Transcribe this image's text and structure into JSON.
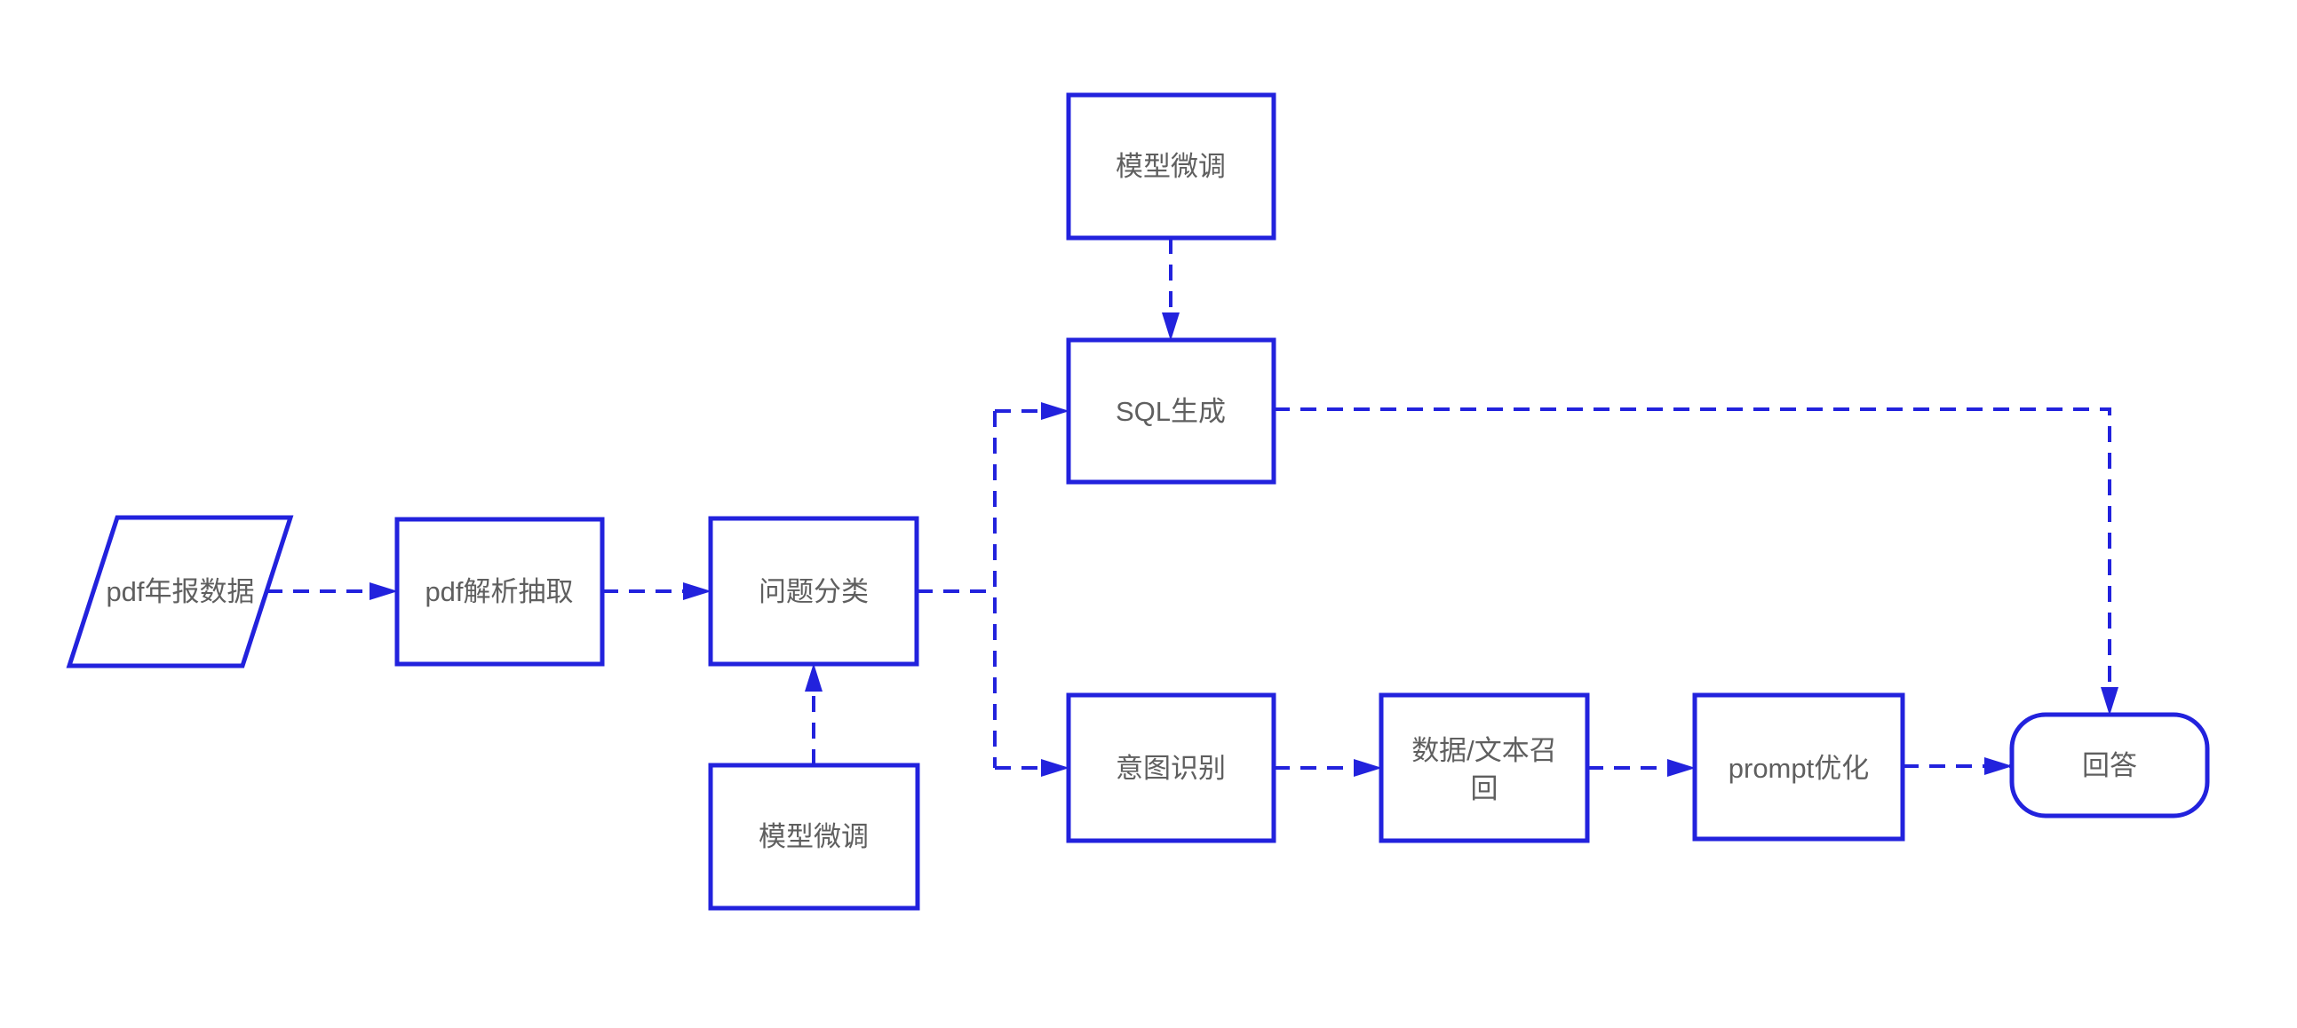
{
  "diagram": {
    "type": "flowchart",
    "background_color": "#ffffff",
    "line_color": "#2222dd",
    "text_color": "#5f5f5f",
    "nodes": [
      {
        "id": "pdf-annual-report-data",
        "label": "pdf年报数据",
        "shape": "parallelogram"
      },
      {
        "id": "pdf-parse-extract",
        "label": "pdf解析抽取",
        "shape": "rect"
      },
      {
        "id": "question-classification",
        "label": "问题分类",
        "shape": "rect"
      },
      {
        "id": "model-finetune-bottom",
        "label": "模型微调",
        "shape": "rect"
      },
      {
        "id": "model-finetune-top",
        "label": "模型微调",
        "shape": "rect"
      },
      {
        "id": "sql-generation",
        "label": "SQL生成",
        "shape": "rect"
      },
      {
        "id": "intent-recognition",
        "label": "意图识别",
        "shape": "rect"
      },
      {
        "id": "data-text-recall",
        "label": "数据/文本召回",
        "label_lines": [
          "数据/文本召",
          "回"
        ],
        "shape": "rect"
      },
      {
        "id": "prompt-optimization",
        "label": "prompt优化",
        "shape": "rect"
      },
      {
        "id": "answer",
        "label": "回答",
        "shape": "rounded"
      }
    ],
    "edges": [
      {
        "from": "pdf-annual-report-data",
        "to": "pdf-parse-extract",
        "style": "dashed-arrow"
      },
      {
        "from": "pdf-parse-extract",
        "to": "question-classification",
        "style": "dashed-arrow"
      },
      {
        "from": "question-classification",
        "to": "sql-generation",
        "style": "dashed-arrow"
      },
      {
        "from": "question-classification",
        "to": "intent-recognition",
        "style": "dashed-arrow"
      },
      {
        "from": "model-finetune-top",
        "to": "sql-generation",
        "style": "dashed-arrow"
      },
      {
        "from": "model-finetune-bottom",
        "to": "question-classification",
        "style": "dashed-arrow"
      },
      {
        "from": "sql-generation",
        "to": "answer",
        "style": "dashed-arrow"
      },
      {
        "from": "intent-recognition",
        "to": "data-text-recall",
        "style": "dashed-arrow"
      },
      {
        "from": "data-text-recall",
        "to": "prompt-optimization",
        "style": "dashed-arrow"
      },
      {
        "from": "prompt-optimization",
        "to": "answer",
        "style": "dashed-arrow"
      }
    ]
  }
}
